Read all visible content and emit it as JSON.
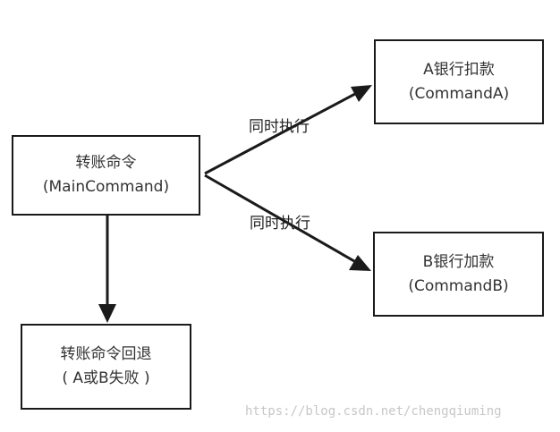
{
  "nodes": {
    "main": {
      "line1": "转账命令",
      "line2": "(MainCommand)"
    },
    "bank_a": {
      "line1": "A银行扣款",
      "line2": "(CommandA)"
    },
    "bank_b": {
      "line1": "B银行加款",
      "line2": "(CommandB)"
    },
    "rollback": {
      "line1": "转账命令回退",
      "line2": "( A或B失败 )"
    }
  },
  "edges": {
    "to_a_label": "同时执行",
    "to_b_label": "同时执行"
  },
  "watermark": "https://blog.csdn.net/chengqiuming"
}
